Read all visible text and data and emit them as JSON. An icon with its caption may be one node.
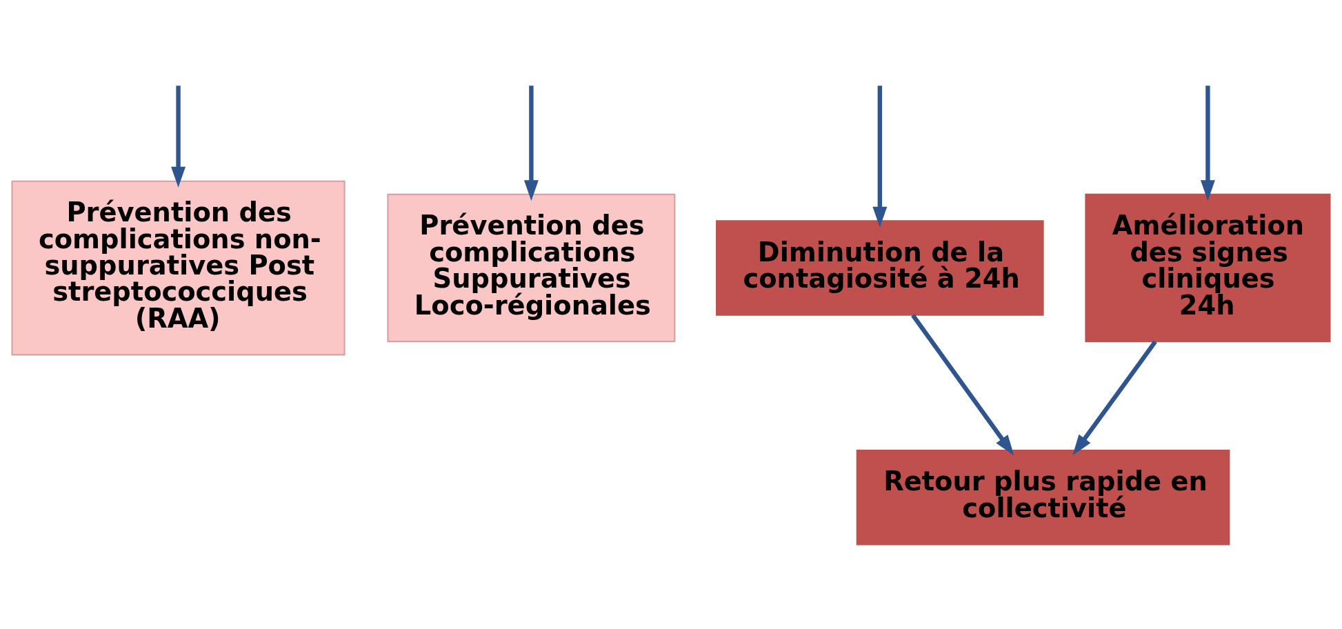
{
  "diagram": {
    "nodes": [
      {
        "text": [
          "Prévention des complications non-suppuratives Post streptococciques (RAA)"
        ]
      },
      {
        "text": [
          "Prévention des complications Suppuratives Loco-régionales"
        ]
      },
      {
        "text": [
          "Amélioration des signes cliniques 24h"
        ]
      },
      {
        "text": [
          "Diminution de la contagiosité à 24h"
        ]
      },
      {
        "text": [
          "Retour plus rapide en collectivité"
        ]
      }
    ],
    "edges": [
      {
        "from": null,
        "to": 0,
        "arrow": "to"
      },
      {
        "from": null,
        "to": 1,
        "arrow": "to"
      },
      {
        "from": null,
        "to": 2,
        "arrow": "to"
      },
      {
        "from": null,
        "to": 3,
        "arrow": "to"
      },
      {
        "from": 2,
        "to": 4,
        "arrow": "to"
      },
      {
        "from": 3,
        "to": 4,
        "arrow": "to"
      }
    ]
  }
}
